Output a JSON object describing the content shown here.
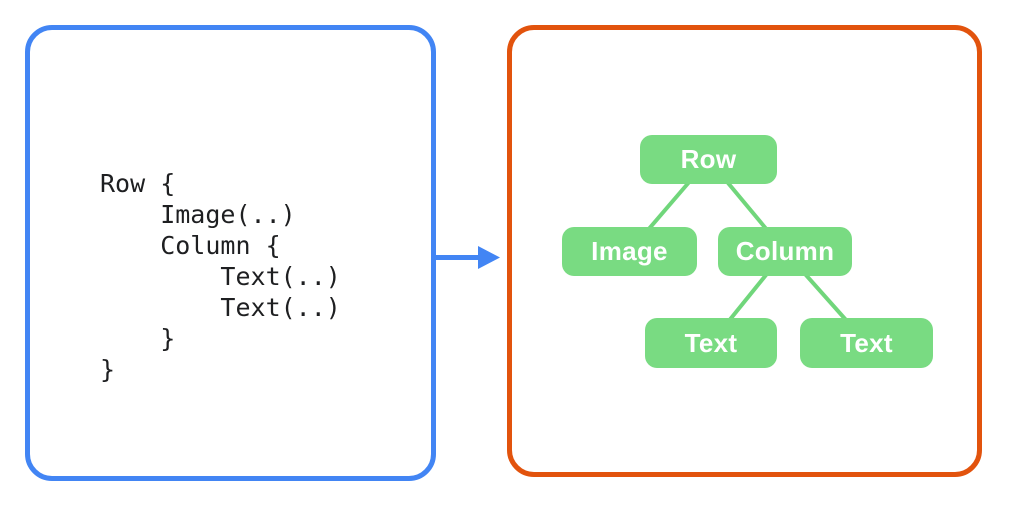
{
  "code_panel": {
    "code": "Row {\n    Image(..)\n    Column {\n        Text(..)\n        Text(..)\n    }\n}",
    "border_color": "#4285F4"
  },
  "arrow": {
    "direction": "right",
    "color": "#4285F4"
  },
  "tree_panel": {
    "border_color": "#E2530D",
    "node_fill_color": "#79DB82",
    "node_text_color": "#FFFFFF",
    "edge_color": "#70D67B",
    "nodes": [
      {
        "id": "row",
        "label": "Row",
        "level": 0
      },
      {
        "id": "image",
        "label": "Image",
        "level": 1
      },
      {
        "id": "column",
        "label": "Column",
        "level": 1
      },
      {
        "id": "text-1",
        "label": "Text",
        "level": 2
      },
      {
        "id": "text-2",
        "label": "Text",
        "level": 2
      }
    ],
    "edges": [
      {
        "from": "row",
        "to": "image"
      },
      {
        "from": "row",
        "to": "column"
      },
      {
        "from": "column",
        "to": "text-1"
      },
      {
        "from": "column",
        "to": "text-2"
      }
    ]
  }
}
